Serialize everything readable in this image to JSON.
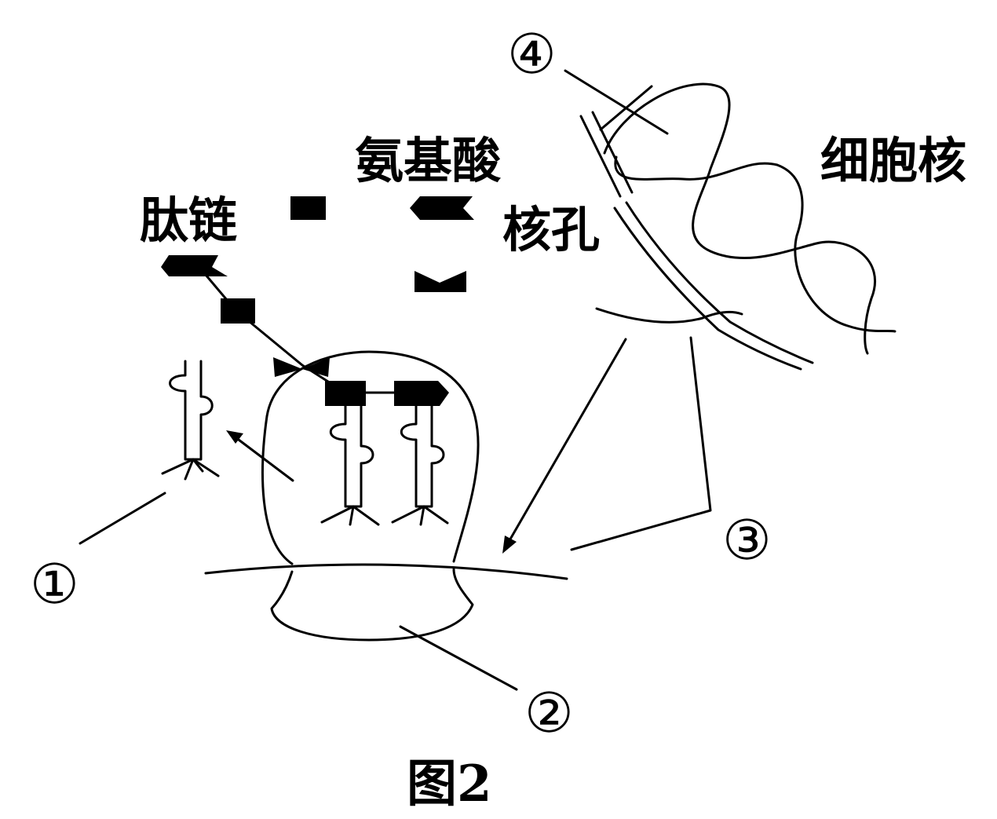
{
  "labels": {
    "nucleus": "细胞核",
    "amino_acid": "氨基酸",
    "peptide_chain": "肽链",
    "nuclear_pore": "核孔"
  },
  "markers": {
    "m1": "①",
    "m2": "②",
    "m3": "③",
    "m4": "④"
  },
  "caption": "图2"
}
